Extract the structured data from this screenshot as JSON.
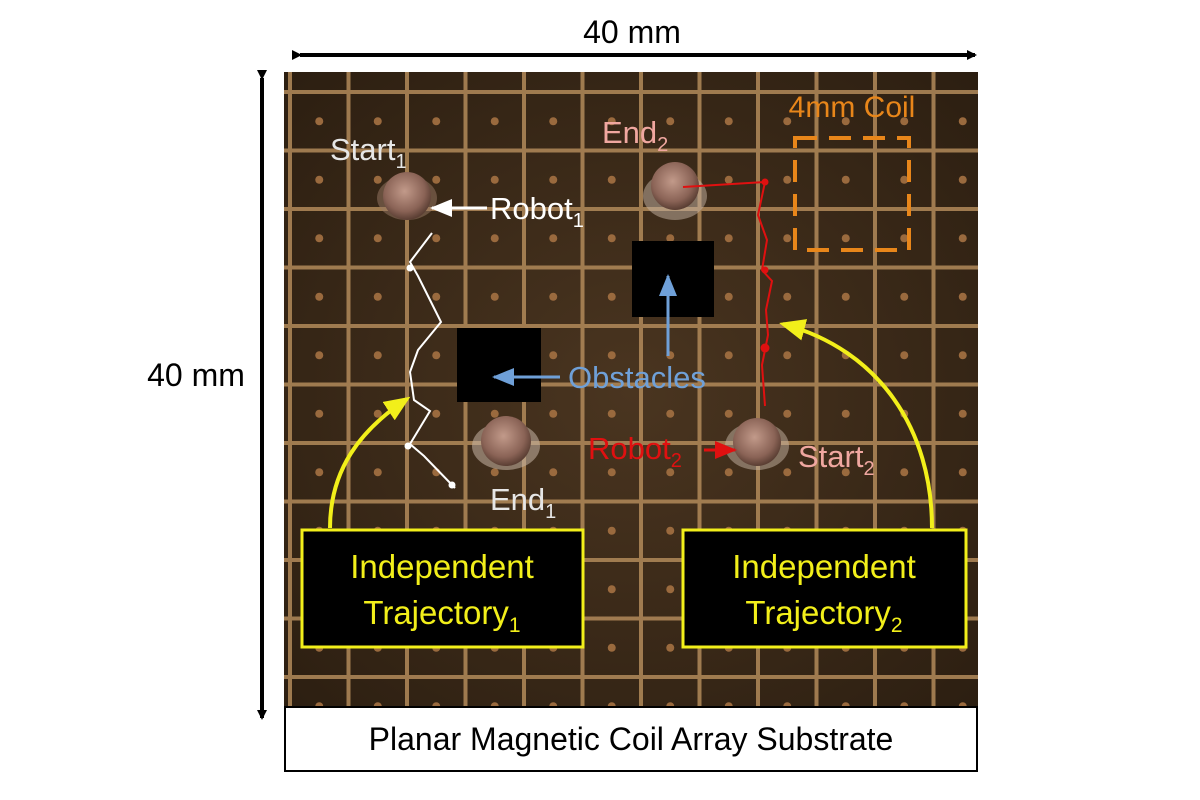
{
  "dimensions": {
    "width_label": "40 mm",
    "height_label": "40 mm"
  },
  "coil_label": "4mm Coil",
  "obstacles_label": "Obstacles",
  "robot1": {
    "label_base": "Robot",
    "label_sub": "1",
    "start_base": "Start",
    "start_sub": "1",
    "end_base": "End",
    "end_sub": "1"
  },
  "robot2": {
    "label_base": "Robot",
    "label_sub": "2",
    "start_base": "Start",
    "start_sub": "2",
    "end_base": "End",
    "end_sub": "2"
  },
  "trajectory1": {
    "line1": "Independent",
    "line2_base": "Trajectory",
    "line2_sub": "1"
  },
  "trajectory2": {
    "line1": "Independent",
    "line2_base": "Trajectory",
    "line2_sub": "2"
  },
  "substrate_label": "Planar Magnetic Coil Array Substrate",
  "colors": {
    "substrate": "#3a2a18",
    "grid_line": "#b28a5a",
    "trajectory1": "#ffffff",
    "trajectory2": "#e01010",
    "obstacles_arrow": "#6fa0d8",
    "coil_box": "#e8861a",
    "callout": "#f2ef1a",
    "label_pink": "#f0a7a0",
    "label_light": "#e6e6e6"
  }
}
